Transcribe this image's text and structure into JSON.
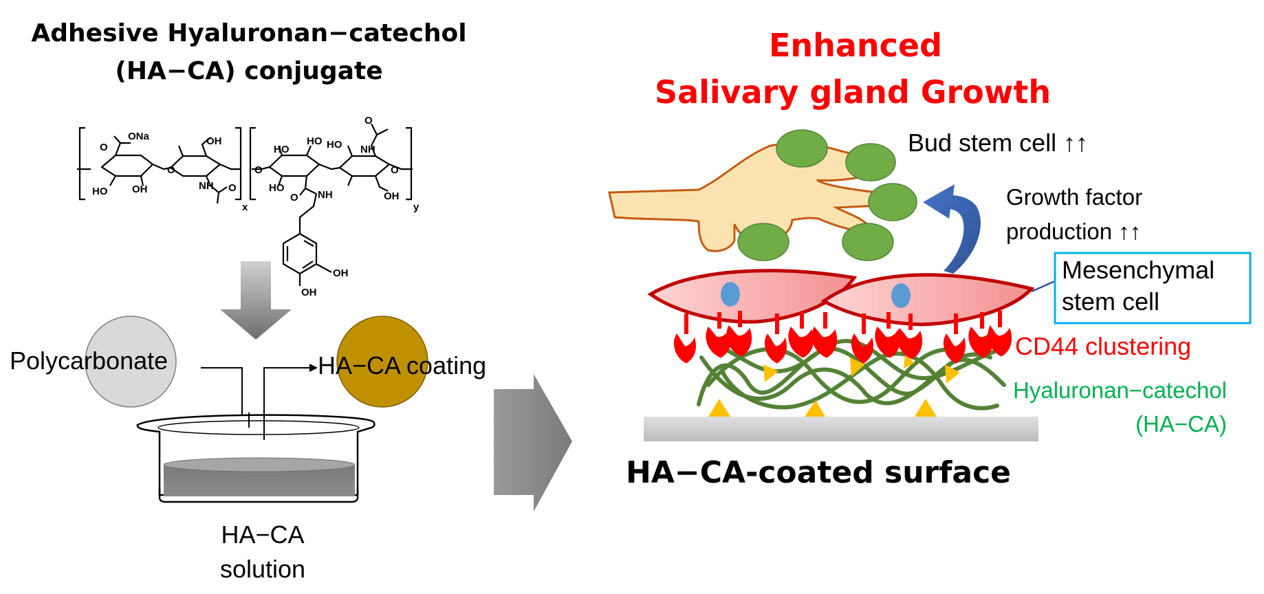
{
  "left": {
    "title_line1": "Adhesive Hyaluronan−catechol",
    "title_line2": "(HA−CA) conjugate",
    "chem": {
      "ona": "ONa",
      "o_carboxyl": "O",
      "oh": "OH",
      "ho": "HO",
      "nh": "NH",
      "o": "O",
      "x": "x",
      "y": "y"
    },
    "polycarbonate_label": "Polycarbonate",
    "coating_label": "HA−CA coating",
    "solution_line1": "HA−CA",
    "solution_line2": "solution"
  },
  "right": {
    "title_line1": "Enhanced",
    "title_line2": "Salivary gland  Growth",
    "bud_label": "Bud stem cell ↑↑",
    "gf_line1": "Growth factor",
    "gf_line2": "production ↑↑",
    "msc_line1": "Mesenchymal",
    "msc_line2": "stem cell",
    "cd44_label": "CD44 clustering",
    "haca_line1": "Hyaluronan−catechol",
    "haca_line2": "(HA−CA)",
    "surface_label": "HA−CA-coated surface"
  },
  "colors": {
    "red_title": "#ff0000",
    "green_text": "#00b050",
    "cell_green": "#70ad47",
    "gland_fill": "#fbe3b1",
    "gland_stroke": "#c55a11",
    "msc_stroke": "#c00000",
    "receptor_red": "#ff0000",
    "fiber_green": "#548235",
    "catechol_yellow": "#ffc000",
    "arrow_blue": "#2f5597",
    "box_blue": "#00b0f0",
    "coating_gold": "#bf9000",
    "disc_gray": "#d9d9d9"
  }
}
